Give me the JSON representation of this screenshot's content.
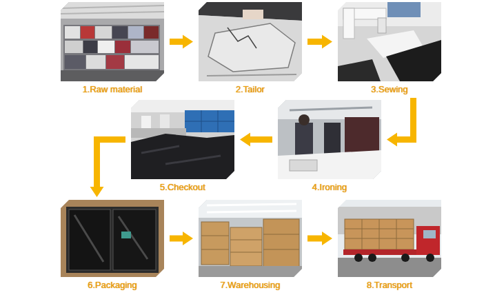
{
  "diagram": {
    "nodes": [
      {
        "text": [
          "1.Raw material"
        ]
      },
      {
        "text": [
          "2.Tailor"
        ]
      },
      {
        "text": [
          "3.Sewing"
        ]
      },
      {
        "text": [
          "4.Ironing"
        ]
      },
      {
        "text": [
          "5.Checkout"
        ]
      },
      {
        "text": [
          "6.Packaging"
        ]
      },
      {
        "text": [
          "7.Warehousing"
        ]
      },
      {
        "text": [
          "8.Transport"
        ]
      }
    ],
    "edges": [
      {
        "from": 0,
        "to": 1,
        "arrow": "to"
      },
      {
        "from": 1,
        "to": 2,
        "arrow": "to"
      },
      {
        "from": 2,
        "to": 3,
        "arrow": "to"
      },
      {
        "from": 3,
        "to": 4,
        "arrow": "to"
      },
      {
        "from": 4,
        "to": 5,
        "arrow": "to"
      },
      {
        "from": 5,
        "to": 6,
        "arrow": "to"
      },
      {
        "from": 6,
        "to": 7,
        "arrow": "to"
      }
    ]
  }
}
